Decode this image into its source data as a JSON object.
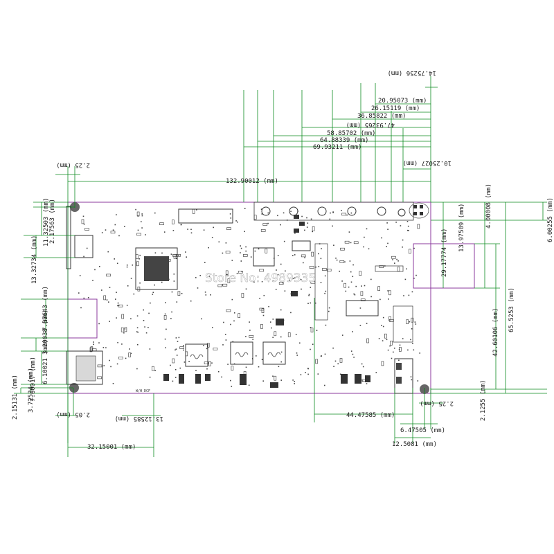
{
  "colors": {
    "dimension_line": "#0a8a1e",
    "board_outline": "#8b3a9e",
    "silkscreen": "#2a7a2a",
    "chip": "#333333",
    "hole": "#666666",
    "watermark": "#ffffff"
  },
  "watermark": "Store No: 4989335",
  "board_label": "W/H DCF",
  "top_offsets": [
    {
      "value": "14.75256 (mm)",
      "name": "dim-top-14-75256"
    },
    {
      "value": "20.95073 (mm)",
      "name": "dim-top-20-95073"
    },
    {
      "value": "26.15119 (mm)",
      "name": "dim-top-26-15119"
    },
    {
      "value": "36.85822 (mm)",
      "name": "dim-top-36-85822"
    },
    {
      "value": "47.93265 (mm)",
      "name": "dim-top-47-93265"
    },
    {
      "value": "58.85702 (mm)",
      "name": "dim-top-58-85702"
    },
    {
      "value": "64.88339 (mm)",
      "name": "dim-top-64-88339"
    },
    {
      "value": "69.93211 (mm)",
      "name": "dim-top-69-93211"
    },
    {
      "value": "10.25027 (mm)",
      "name": "dim-top-10-25027"
    }
  ],
  "overall_width": "132.90012 (mm)",
  "hole_offset_top": "2.25 (mm)",
  "left_dims": [
    {
      "value": "2.17563 (mm)",
      "name": "dim-left-2-17563"
    },
    {
      "value": "11.32503 (mm)",
      "name": "dim-left-11-32503"
    },
    {
      "value": "13.32734 (mm)",
      "name": "dim-left-13-32734"
    },
    {
      "value": "7.87643 (mm)",
      "name": "dim-left-7-87643"
    },
    {
      "value": "3.20038 (mm)",
      "name": "dim-left-3-20038"
    },
    {
      "value": "6.10021 (mm)",
      "name": "dim-left-6-10021"
    },
    {
      "value": "7.60017 (mm)",
      "name": "dim-left-7-60017"
    },
    {
      "value": "3.72534 (mm)",
      "name": "dim-left-3-72534"
    },
    {
      "value": "2.15131 (mm)",
      "name": "dim-left-2-15131"
    }
  ],
  "right_dims": [
    {
      "value": "4.00008 (mm)",
      "name": "dim-right-4-00008"
    },
    {
      "value": "6.00255 (mm)",
      "name": "dim-right-6-00255"
    },
    {
      "value": "13.97509 (mm)",
      "name": "dim-right-13-97509"
    },
    {
      "value": "29.17774 (mm)",
      "name": "dim-right-29-17774"
    },
    {
      "value": "65.5253 (mm)",
      "name": "dim-right-65-5253"
    },
    {
      "value": "42.60106 (mm)",
      "name": "dim-right-42-60106"
    },
    {
      "value": "2.1255 (mm)",
      "name": "dim-right-2-1255"
    }
  ],
  "bottom_dims": [
    {
      "value": "2.05 (mm)",
      "name": "dim-bottom-2-05"
    },
    {
      "value": "13.12585 (mm)",
      "name": "dim-bottom-13-12585"
    },
    {
      "value": "32.15001 (mm)",
      "name": "dim-bottom-32-15001"
    },
    {
      "value": "44.47585 (mm)",
      "name": "dim-bottom-44-47585"
    },
    {
      "value": "2.25 (mm)",
      "name": "dim-bottom-2-25"
    },
    {
      "value": "6.47505 (mm)",
      "name": "dim-bottom-6-47505"
    },
    {
      "value": "12.5081 (mm)",
      "name": "dim-bottom-12-5081"
    }
  ]
}
